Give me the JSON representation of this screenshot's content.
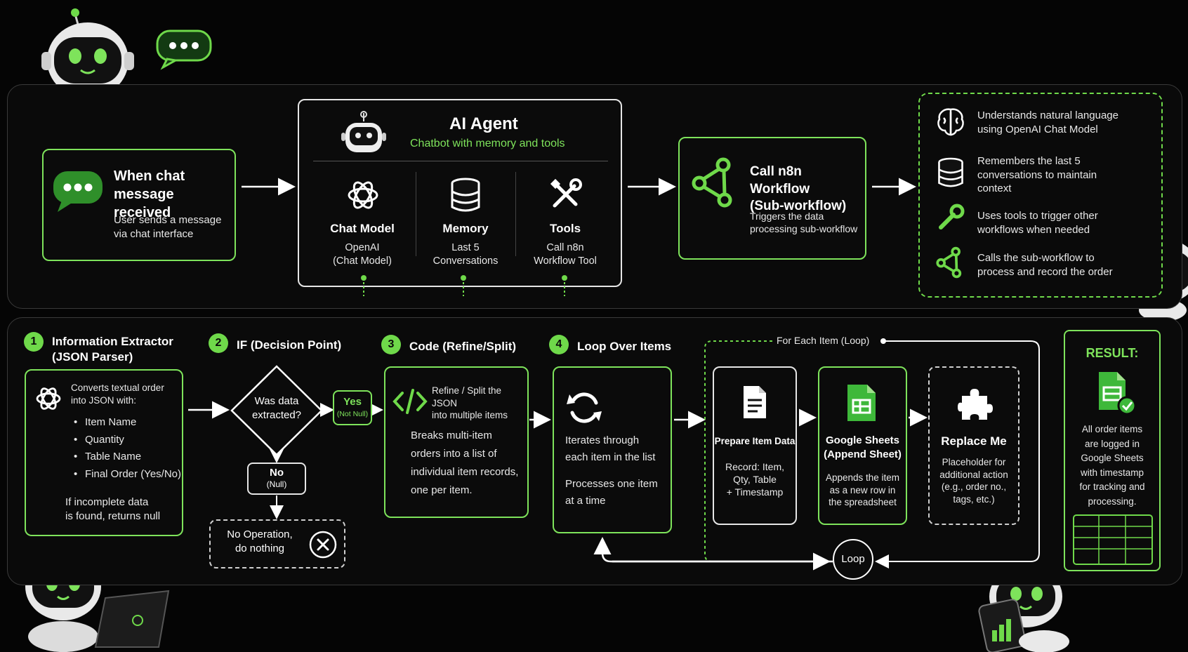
{
  "colors": {
    "accent": "#7ee35b",
    "background": "#050505",
    "panel_border": "#3a3a3a",
    "text": "#ffffff"
  },
  "top": {
    "trigger": {
      "icon": "chat-bubble-icon",
      "title": "When chat\nmessage received",
      "subtitle": "User sends a message\nvia chat interface"
    },
    "agent": {
      "icon": "robot-icon",
      "title": "AI Agent",
      "subtitle": "Chatbot with memory and tools",
      "modules": [
        {
          "icon": "openai-icon",
          "title": "Chat Model",
          "desc": "OpenAI\n(Chat Model)"
        },
        {
          "icon": "database-icon",
          "title": "Memory",
          "desc": "Last 5\nConversations"
        },
        {
          "icon": "tools-icon",
          "title": "Tools",
          "desc": "Call n8n\nWorkflow Tool"
        }
      ]
    },
    "subworkflow": {
      "icon": "workflow-icon",
      "title": "Call n8n Workflow\n(Sub-workflow)",
      "desc": "Triggers the data\nprocessing sub-workflow"
    },
    "summary": [
      {
        "icon": "brain-icon",
        "text": "Understands natural language\nusing OpenAI Chat Model"
      },
      {
        "icon": "database-icon",
        "text": "Remembers the last 5\nconversations to maintain\ncontext"
      },
      {
        "icon": "wrench-icon",
        "text": "Uses tools to trigger other\nworkflows when needed"
      },
      {
        "icon": "workflow-icon",
        "text": "Calls the sub-workflow to\nprocess and record the order"
      }
    ]
  },
  "bottom": {
    "steps": [
      {
        "num": "1",
        "label": "Information Extractor\n(JSON Parser)"
      },
      {
        "num": "2",
        "label": "IF (Decision Point)"
      },
      {
        "num": "3",
        "label": "Code (Refine/Split)"
      },
      {
        "num": "4",
        "label": "Loop Over Items"
      }
    ],
    "extractor": {
      "icon": "openai-icon",
      "intro": "Converts textual order\ninto JSON with:",
      "fields": [
        "Item Name",
        "Quantity",
        "Table Name",
        "Final Order (Yes/No)"
      ],
      "note": "If incomplete data\nis found, returns null"
    },
    "decision": {
      "question": "Was data\nextracted?",
      "yes": "Yes",
      "yes_sub": "(Not Null)",
      "no": "No",
      "no_sub": "(Null)",
      "noop": "No Operation,\ndo nothing",
      "noop_icon": "close-circle-icon"
    },
    "code": {
      "icon": "code-icon",
      "head": "Refine / Split the JSON\ninto multiple items",
      "desc": "Breaks multi-item\norders into a list of\nindividual item records,\none per item."
    },
    "loop_box": {
      "icon": "refresh-icon",
      "desc1": "Iterates through\neach item in the list",
      "desc2": "Processes one item\nat a time"
    },
    "for_each_label": "For Each Item (Loop)",
    "loop_label": "Loop",
    "prepare": {
      "icon": "document-icon",
      "title": "Prepare Item Data",
      "desc": "Record: Item,\nQty, Table\n+ Timestamp"
    },
    "sheets": {
      "icon": "sheets-icon",
      "title": "Google Sheets\n(Append Sheet)",
      "desc": "Appends the item\nas a new row in\nthe spreadsheet"
    },
    "replace": {
      "icon": "puzzle-icon",
      "title": "Replace Me",
      "desc": "Placeholder for\nadditional action\n(e.g., order no.,\ntags, etc.)"
    },
    "result": {
      "title": "RESULT:",
      "icon": "sheets-check-icon",
      "desc": "All order items\nare logged in\nGoogle Sheets\nwith timestamp\nfor tracking and\nprocessing."
    }
  }
}
